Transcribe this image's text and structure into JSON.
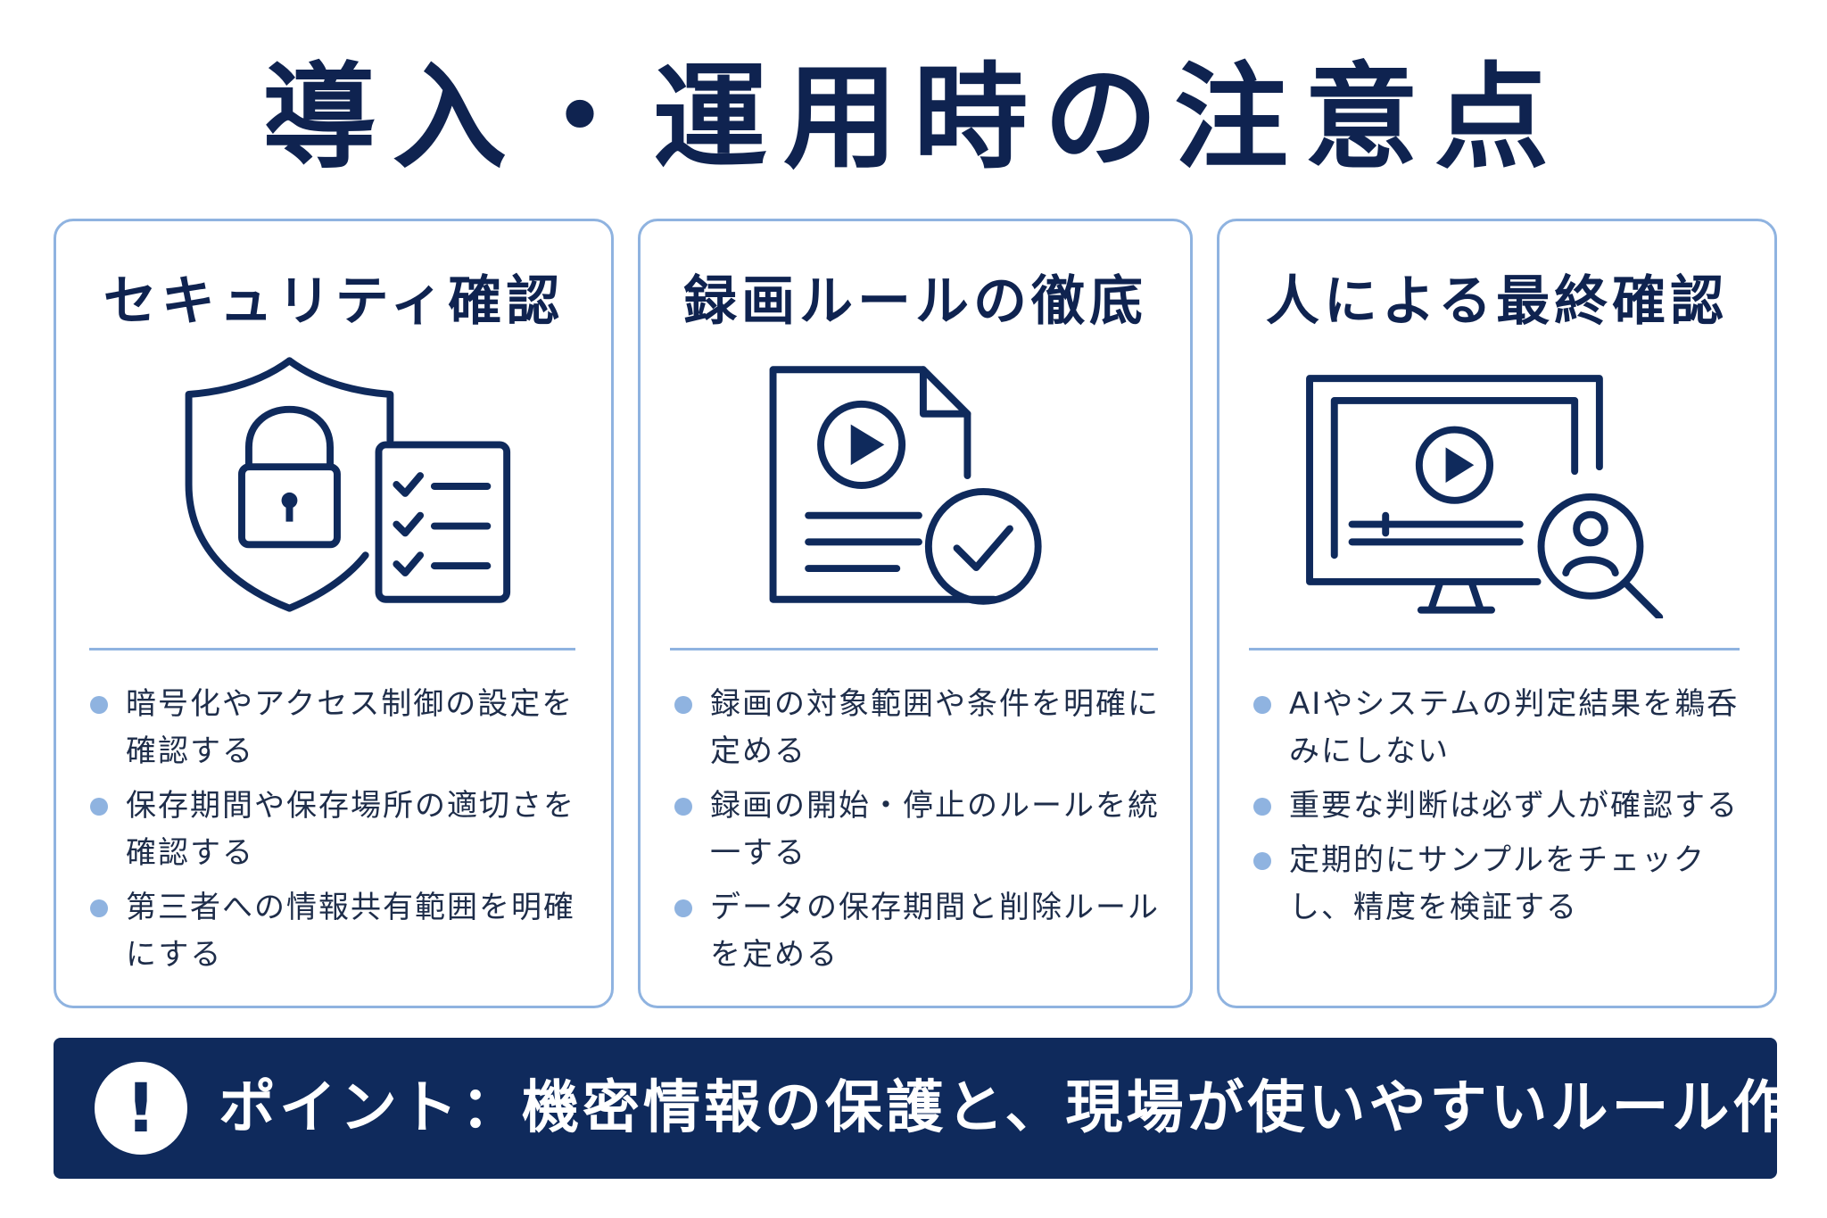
{
  "title": "導入・運用時の注意点",
  "cards": [
    {
      "title": "セキュリティ確認",
      "icon": "shield-lock-checklist-icon",
      "bullets": [
        "暗号化やアクセス制御の設定を確認する",
        "保存期間や保存場所の適切さを確認する",
        "第三者への情報共有範囲を明確にする"
      ]
    },
    {
      "title": "録画ルールの徹底",
      "icon": "video-document-check-icon",
      "bullets": [
        "録画の対象範囲や条件を明確に定める",
        "録画の開始・停止のルールを統一する",
        "データの保存期間と削除ルールを定める"
      ]
    },
    {
      "title": "人による最終確認",
      "icon": "monitor-person-search-icon",
      "bullets": [
        "AIやシステムの判定結果を鵜呑みにしない",
        "重要な判断は必ず人が確認する",
        "定期的にサンプルをチェックし、精度を検証する"
      ]
    }
  ],
  "banner": {
    "icon": "exclamation-icon",
    "icon_glyph": "!",
    "text": "ポイント：機密情報の保護と、現場が使いやすいルール作りを"
  },
  "colors": {
    "navy": "#0f2350",
    "banner_bg": "#0f2a5c",
    "accent_light": "#8fb3e0"
  }
}
